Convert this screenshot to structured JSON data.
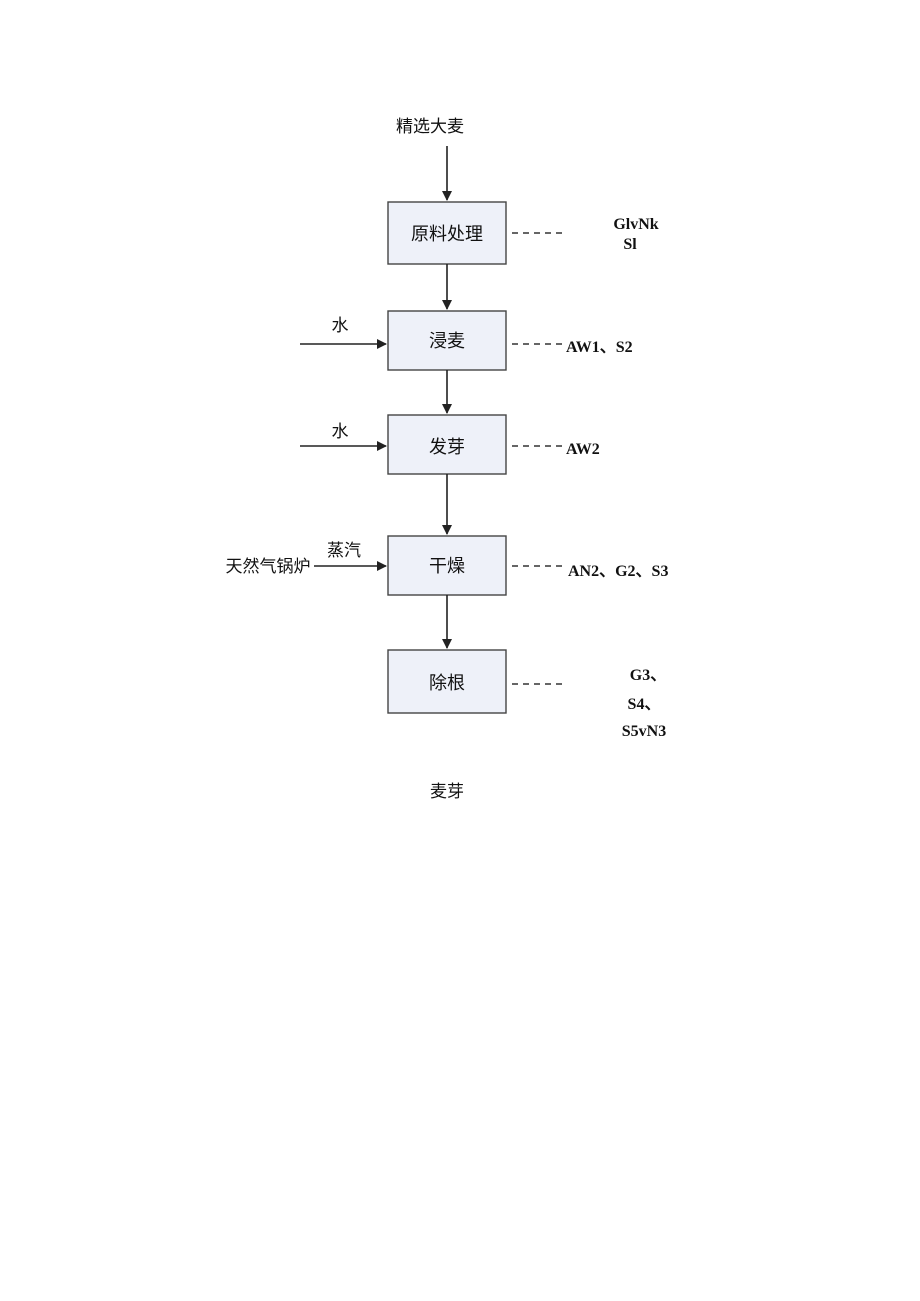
{
  "diagram": {
    "input": "精选大麦",
    "output": "麦芽",
    "steps": [
      {
        "label": "原料处理",
        "emissions": [
          "GlvNk",
          "Sl"
        ]
      },
      {
        "label": "浸麦",
        "side_input": "水",
        "emissions": [
          "AW1、S2"
        ]
      },
      {
        "label": "发芽",
        "side_input": "水",
        "emissions": [
          "AW2"
        ]
      },
      {
        "label": "干燥",
        "side_input": "蒸汽",
        "side_source": "天然气锅炉",
        "emissions": [
          "AN2、G2、S3"
        ]
      },
      {
        "label": "除根",
        "emissions": [
          "G3、",
          "S4、",
          "S5vN3"
        ]
      }
    ]
  }
}
